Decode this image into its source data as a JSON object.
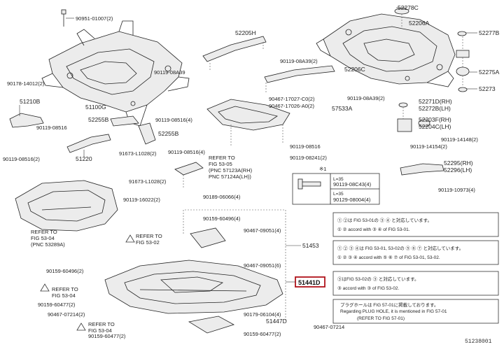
{
  "diagram_code": "51238001",
  "parts": [
    {
      "id": "52278C",
      "label": "52278C"
    },
    {
      "id": "52206A",
      "label": "52206A"
    },
    {
      "id": "52277B",
      "label": "52277B"
    },
    {
      "id": "52275A",
      "label": "52275A"
    },
    {
      "id": "52273",
      "label": "52273"
    },
    {
      "id": "52271D",
      "label": "52271D(RH)"
    },
    {
      "id": "52272B",
      "label": "52272B(LH)"
    },
    {
      "id": "52203F",
      "label": "52203F(RH)"
    },
    {
      "id": "52204C",
      "label": "52204C(LH)"
    },
    {
      "id": "52295",
      "label": "52295(RH)"
    },
    {
      "id": "52296",
      "label": "52296(LH)"
    },
    {
      "id": "52205H",
      "label": "52205H"
    },
    {
      "id": "52206C",
      "label": "52206C"
    },
    {
      "id": "57533A",
      "label": "57533A"
    },
    {
      "id": "51100G",
      "label": "51100G"
    },
    {
      "id": "51210B",
      "label": "51210B"
    },
    {
      "id": "52255B",
      "label": "52255B"
    },
    {
      "id": "52255B2",
      "label": "52255B"
    },
    {
      "id": "51220",
      "label": "51220"
    },
    {
      "id": "51453",
      "label": "51453"
    },
    {
      "id": "51441D",
      "label": "51441D",
      "highlight": true
    },
    {
      "id": "51447D",
      "label": "51447D"
    }
  ],
  "fasteners": [
    "90951-01007(2)",
    "90178-14012(2)",
    "90119-08A39",
    "90119-08A39(2)",
    "90119-08A39(2)",
    "90119-08516",
    "90119-08516(2)",
    "90119-08516(4)",
    "90119-08516(4)",
    "91673-L1028(2)",
    "91673-L1028(2)",
    "90467-17027-C0(2)",
    "90467-17026-A0(2)",
    "90119-08516",
    "90119-08241(2)",
    "90119-14148(2)",
    "90119-14154(2)",
    "90119-10973(4)",
    "90119-16022(2)",
    "90189-06066(4)",
    "90159-60496(4)",
    "90467-09051(4)",
    "90467-09051(6)",
    "90159-60496(2)",
    "90159-60477(2)",
    "90467-07214(2)",
    "90179-06104(4)",
    "90159-60477(2)",
    "90159-60477(2)",
    "90467-07214"
  ],
  "refs": [
    {
      "line1": "REFER TO",
      "line2": "FIG 53-05",
      "line3": "(PNC 57123A(RH)",
      "line4": "PNC 57124A(LH))"
    },
    {
      "line1": "REFER TO",
      "line2": "FIG 53-04",
      "line3": "(PNC 53289A)"
    },
    {
      "line1": "REFER TO",
      "line2": "FIG 53-02"
    },
    {
      "line1": "REFER TO",
      "line2": "FIG 53-04"
    },
    {
      "line1": "REFER TO",
      "line2": "FIG 53-04"
    }
  ],
  "bolt_table": {
    "mark": "※1",
    "row1_len": "L=35",
    "row1_part": "90119-08C43(4)",
    "row2_len": "L=35",
    "row2_part": "90129-08004(4)"
  },
  "notes": {
    "note_a_line1": "① ②は FIG 53-01の ③ ④ と対応しています。",
    "note_a_line2": "① ② accord with ③ ④ of FIG 53-01.",
    "note_b_line1": "① ② ③ ④は FIG 53-01, 53-02の ⑤ ⑥ ⑦ と対応しています。",
    "note_b_line2": "① ② ③ ④ accord with ⑤ ⑥ ⑦ of FIG 53-01, 53-02.",
    "note_c_line1": "③はFIG 53-02の ③ と対応しています。",
    "note_c_line2": "③ accord with ③ of FIG 53-02.",
    "note_d_line1": "プラグホールは FIG 57-01に掲載しております。",
    "note_d_line2": "Regarding PLUG HOLE, it is mentioned in FIG 57-01",
    "note_d_line3": "(REFER TO FIG 57-01)"
  }
}
